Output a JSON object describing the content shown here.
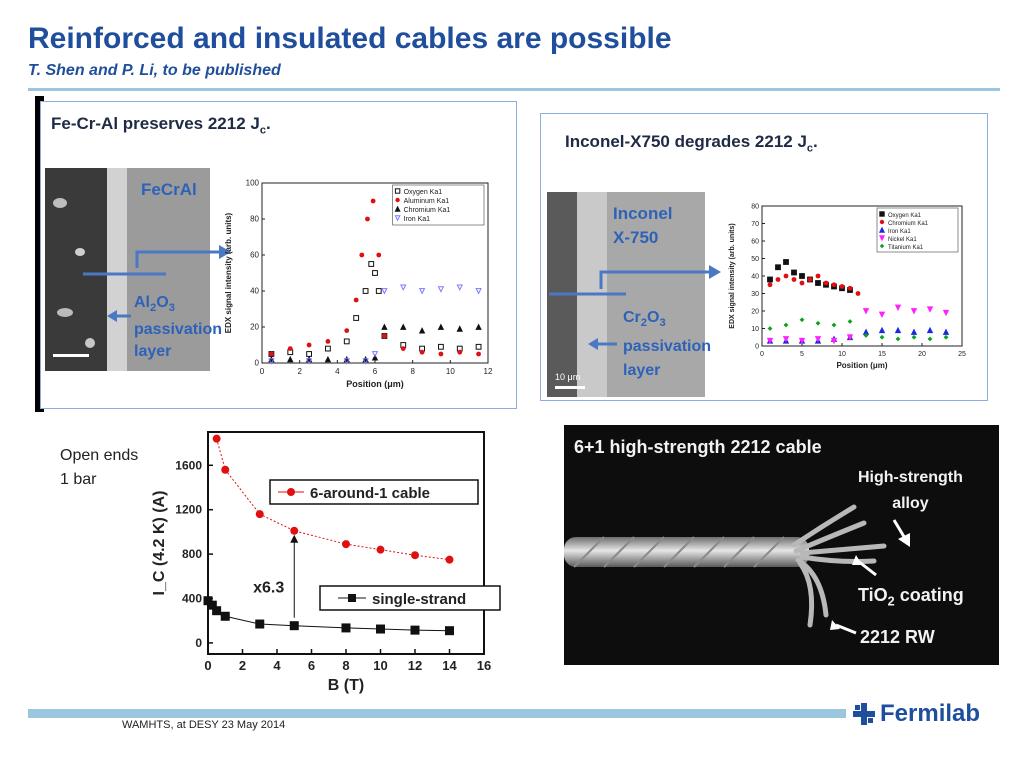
{
  "slide": {
    "title": "Reinforced and insulated cables are possible",
    "subtitle": "T. Shen and P. Li, to be published",
    "note_line1": "Open ends",
    "note_line2": "1 bar",
    "footer": "WAMHTS, at DESY 23 May 2014",
    "logo_text": "Fermilab",
    "colors": {
      "title": "#1f4e9c",
      "rule": "#9cc5de",
      "sem_label": "#2e62b8"
    }
  },
  "left_panel": {
    "title": "Fe-Cr-Al preserves 2212 J",
    "title_sub": "c",
    "title_end": ".",
    "sem_label_top": "FeCrAl",
    "sem_label_bottom_1a": "Al",
    "sem_label_bottom_1b": "2",
    "sem_label_bottom_1c": "O",
    "sem_label_bottom_1d": "3",
    "sem_label_bottom_2": "passivation",
    "sem_label_bottom_3": "layer"
  },
  "right_panel": {
    "title": "Inconel-X750 degrades 2212 J",
    "title_sub": "c",
    "title_end": ".",
    "sem_label_top_1": "Inconel",
    "sem_label_top_2": "X-750",
    "sem_label_bottom_1a": "Cr",
    "sem_label_bottom_1b": "2",
    "sem_label_bottom_1c": "O",
    "sem_label_bottom_1d": "3",
    "sem_label_bottom_2": "passivation",
    "sem_label_bottom_3": "layer",
    "scale_text": "10 μm"
  },
  "photo": {
    "title": "6+1 high-strength 2212 cable",
    "label_alloy_1": "High-strength",
    "label_alloy_2": "alloy",
    "label_tio2_a": "TiO",
    "label_tio2_b": "2",
    "label_tio2_c": " coating",
    "label_rw": "2212 RW"
  },
  "chart_data": [
    {
      "type": "scatter",
      "title": "",
      "xlabel": "Position (μm)",
      "ylabel": "EDX signal intensity (arb. units)",
      "xlim": [
        0,
        12
      ],
      "ylim": [
        0,
        100
      ],
      "xticks": [
        0,
        2,
        4,
        6,
        8,
        10,
        12
      ],
      "yticks": [
        0,
        20,
        40,
        60,
        80,
        100
      ],
      "legend_position": "top-right",
      "series": [
        {
          "name": "Oxygen Ka1",
          "color": "#111111",
          "marker": "square-open",
          "x": [
            0.5,
            1.5,
            2.5,
            3.5,
            4.5,
            5.0,
            5.5,
            5.8,
            6.0,
            6.2,
            6.5,
            7.5,
            8.5,
            9.5,
            10.5,
            11.5
          ],
          "y": [
            5,
            6,
            5,
            8,
            12,
            25,
            40,
            55,
            50,
            40,
            15,
            10,
            8,
            9,
            8,
            9
          ]
        },
        {
          "name": "Aluminum Ka1",
          "color": "#e01010",
          "marker": "circle",
          "x": [
            0.5,
            1.5,
            2.5,
            3.5,
            4.5,
            5.0,
            5.3,
            5.6,
            5.9,
            6.2,
            6.5,
            7.5,
            8.5,
            9.5,
            10.5,
            11.5
          ],
          "y": [
            5,
            8,
            10,
            12,
            18,
            35,
            60,
            80,
            90,
            60,
            15,
            8,
            6,
            5,
            6,
            5
          ]
        },
        {
          "name": "Chromium Ka1",
          "color": "#111111",
          "marker": "triangle",
          "x": [
            0.5,
            1.5,
            2.5,
            3.5,
            4.5,
            5.5,
            6.0,
            6.5,
            7.5,
            8.5,
            9.5,
            10.5,
            11.5
          ],
          "y": [
            2,
            2,
            2,
            2,
            2,
            2,
            3,
            20,
            20,
            18,
            20,
            19,
            20
          ]
        },
        {
          "name": "Iron Ka1",
          "color": "#7a7aff",
          "marker": "triangle-down-open",
          "x": [
            0.5,
            2.5,
            4.5,
            5.5,
            6.0,
            6.5,
            7.5,
            8.5,
            9.5,
            10.5,
            11.5
          ],
          "y": [
            1,
            1,
            1,
            1,
            5,
            40,
            42,
            40,
            41,
            42,
            40
          ]
        }
      ]
    },
    {
      "type": "scatter",
      "title": "",
      "xlabel": "Position (μm)",
      "ylabel": "EDX signal intensity (arb. units)",
      "xlim": [
        0,
        25
      ],
      "ylim": [
        0,
        80
      ],
      "xticks": [
        0,
        5,
        10,
        15,
        20,
        25
      ],
      "yticks": [
        0,
        10,
        20,
        30,
        40,
        50,
        60,
        70,
        80
      ],
      "legend_position": "top-right",
      "series": [
        {
          "name": "Oxygen Ka1",
          "color": "#111111",
          "marker": "square",
          "x": [
            1,
            2,
            3,
            4,
            5,
            6,
            7,
            8,
            9,
            10,
            11
          ],
          "y": [
            38,
            45,
            48,
            42,
            40,
            38,
            36,
            35,
            34,
            33,
            32
          ]
        },
        {
          "name": "Chromium Ka1",
          "color": "#e01010",
          "marker": "circle",
          "x": [
            1,
            2,
            3,
            4,
            5,
            6,
            7,
            8,
            9,
            10,
            11,
            12
          ],
          "y": [
            35,
            38,
            40,
            38,
            36,
            38,
            40,
            36,
            35,
            34,
            33,
            30
          ]
        },
        {
          "name": "Iron Ka1",
          "color": "#1a2bd6",
          "marker": "triangle",
          "x": [
            1,
            3,
            5,
            7,
            9,
            11,
            13,
            15,
            17,
            19,
            21,
            23
          ],
          "y": [
            3,
            3,
            3,
            3,
            4,
            5,
            8,
            9,
            9,
            8,
            9,
            8
          ]
        },
        {
          "name": "Nickel Ka1",
          "color": "#ff20ff",
          "marker": "triangle-down",
          "x": [
            1,
            3,
            5,
            7,
            9,
            11,
            13,
            15,
            17,
            19,
            21,
            23
          ],
          "y": [
            3,
            4,
            3,
            4,
            3,
            5,
            20,
            18,
            22,
            20,
            21,
            19
          ]
        },
        {
          "name": "Titanium Ka1",
          "color": "#10a020",
          "marker": "diamond",
          "x": [
            1,
            3,
            5,
            7,
            9,
            11,
            13,
            15,
            17,
            19,
            21,
            23
          ],
          "y": [
            10,
            12,
            15,
            13,
            12,
            14,
            6,
            5,
            4,
            5,
            4,
            5
          ]
        }
      ]
    },
    {
      "type": "line",
      "title": "",
      "xlabel": "B (T)",
      "ylabel": "I_C (4.2 K) (A)",
      "xlim": [
        0,
        16
      ],
      "ylim": [
        -100,
        1900
      ],
      "xticks": [
        0,
        2,
        4,
        6,
        8,
        10,
        12,
        14,
        16
      ],
      "yticks": [
        0,
        400,
        800,
        1200,
        1600
      ],
      "legend_position": "inline",
      "annotation": "x6.3",
      "series": [
        {
          "name": "6-around-1 cable",
          "color": "#e01010",
          "marker": "circle",
          "x": [
            0.5,
            1,
            3,
            5,
            8,
            10,
            12,
            14
          ],
          "y": [
            1840,
            1560,
            1160,
            1010,
            890,
            840,
            790,
            750
          ]
        },
        {
          "name": "single-strand",
          "color": "#111111",
          "marker": "square",
          "x": [
            0,
            0.25,
            0.5,
            1,
            3,
            5,
            8,
            10,
            12,
            14
          ],
          "y": [
            380,
            340,
            290,
            240,
            170,
            155,
            135,
            125,
            115,
            110
          ]
        }
      ]
    }
  ]
}
